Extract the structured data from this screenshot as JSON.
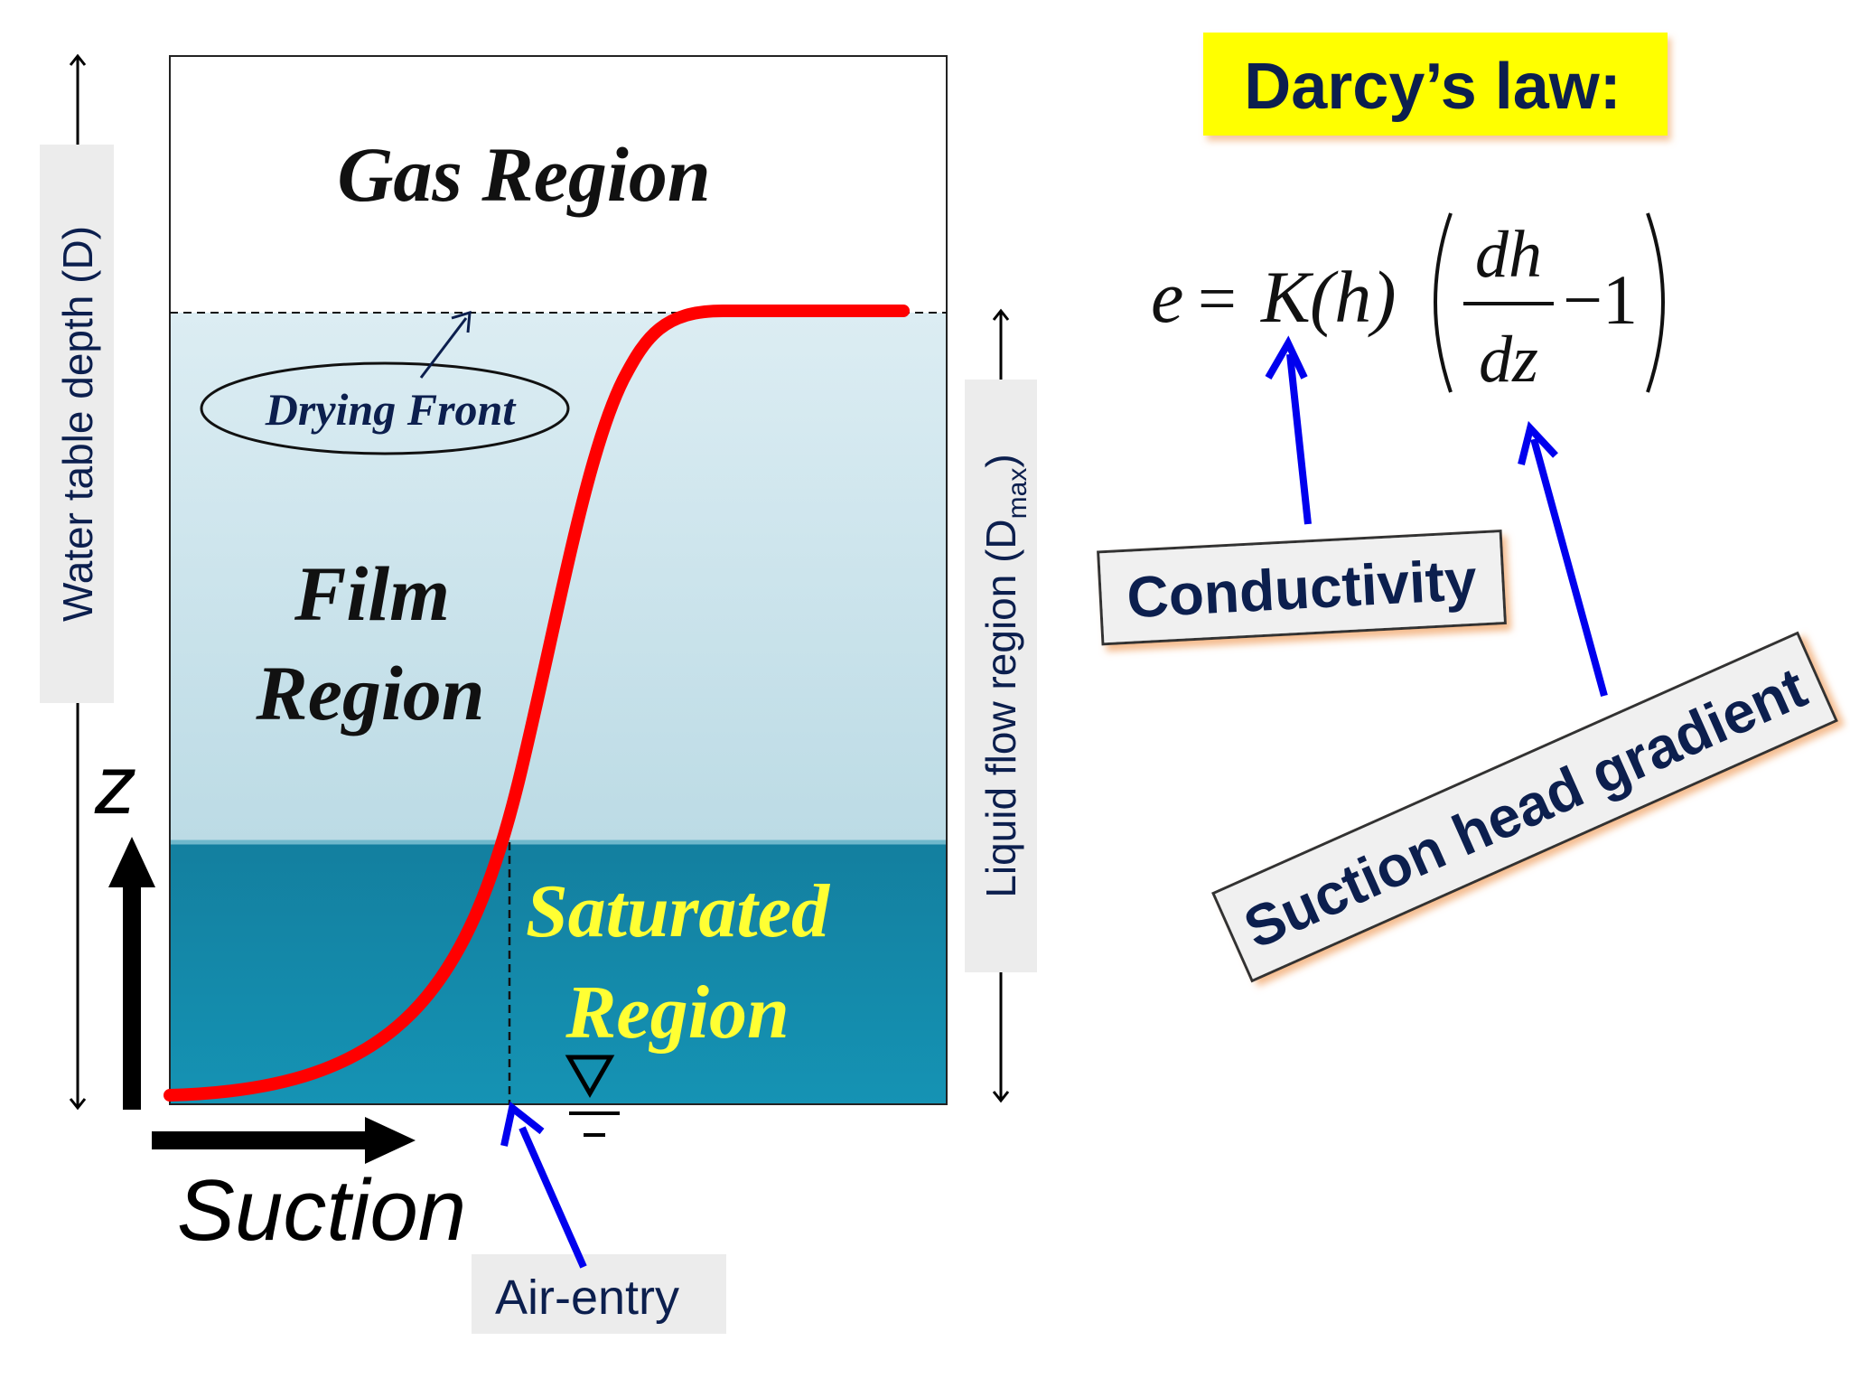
{
  "diagram": {
    "regions": {
      "gas": "Gas Region",
      "film_line1": "Film",
      "film_line2": "Region",
      "saturated_line1": "Saturated",
      "saturated_line2": "Region"
    },
    "drying_front": "Drying Front",
    "axes": {
      "z_label": "z",
      "suction_label": "Suction",
      "water_table_depth": "Water table depth (D)",
      "liquid_flow_prefix": "Liquid flow region (D",
      "liquid_flow_subscript": "max",
      "liquid_flow_suffix": ")"
    },
    "air_entry": "Air-entry"
  },
  "equation": {
    "title": "Darcy’s law:",
    "lhs": "e",
    "eq": "=",
    "K": "K",
    "h_arg": "(h)",
    "num": "dh",
    "den": "dz",
    "minus_one": "−1",
    "conductivity_label": "Conductivity",
    "gradient_label": "Suction head gradient"
  },
  "colors": {
    "curve": "#ff0000",
    "film_top": "#dcedf3",
    "film_bottom": "#bedde6",
    "saturated": "#1590b0",
    "saturated_text": "#ffff33",
    "navy_text": "#0c1f4e",
    "callout_arrow": "#0000ee",
    "title_bg": "#ffff00"
  }
}
